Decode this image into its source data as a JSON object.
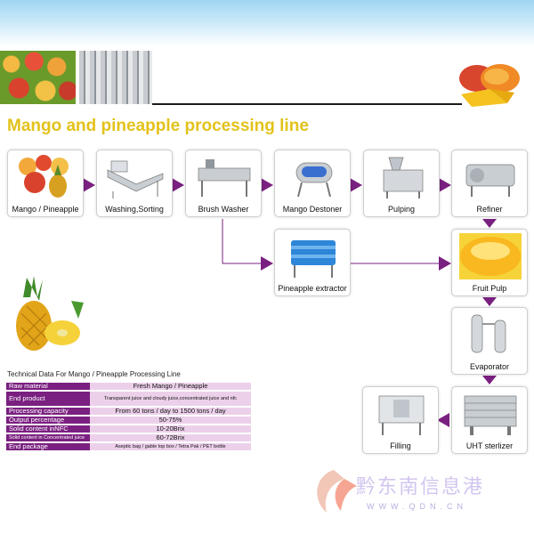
{
  "title": "Mango and pineapple processing line",
  "steps": {
    "mango_pineapple": "Mango / Pineapple",
    "washing": "Washing,Sorting",
    "brush_washer": "Brush Washer",
    "destoner": "Mango Destoner",
    "pulping": "Pulping",
    "refiner": "Refiner",
    "pineapple_extractor": "Pineapple extractor",
    "fruit_pulp": "Fruit  Pulp",
    "evaporator": "Evaporator",
    "uht": "UHT sterlizer",
    "filling": "Filling"
  },
  "tech": {
    "title": "Technical Data For Mango / Pineapple Processing Line",
    "rows": [
      {
        "k": "Raw material",
        "v": "Fresh Mango / Pineapple"
      },
      {
        "k": "End product",
        "v": "Transparent juice and cloudy juice,concentrated juice and nfc"
      },
      {
        "k": "Processing capacity",
        "v": "From 60 tons / day to 1500 tons / day"
      },
      {
        "k": "Output percentage",
        "v": "50-75%"
      },
      {
        "k": "Solid content inNFC",
        "v": "10-20Brix"
      },
      {
        "k": "Solid content in Concentrated juice",
        "v": "60-72Brix"
      },
      {
        "k": "End package",
        "v": "Aseptic bag / gable top box / Tetra Pak / PET bottle"
      }
    ]
  },
  "watermark": {
    "text": "黔东南信息港",
    "url": "WWW.QDN.CN"
  },
  "colors": {
    "title": "#e3c21b",
    "arrow": "#7a2080",
    "table_key_bg": "#7a2080",
    "table_value_bg": "#ecd0ea"
  }
}
